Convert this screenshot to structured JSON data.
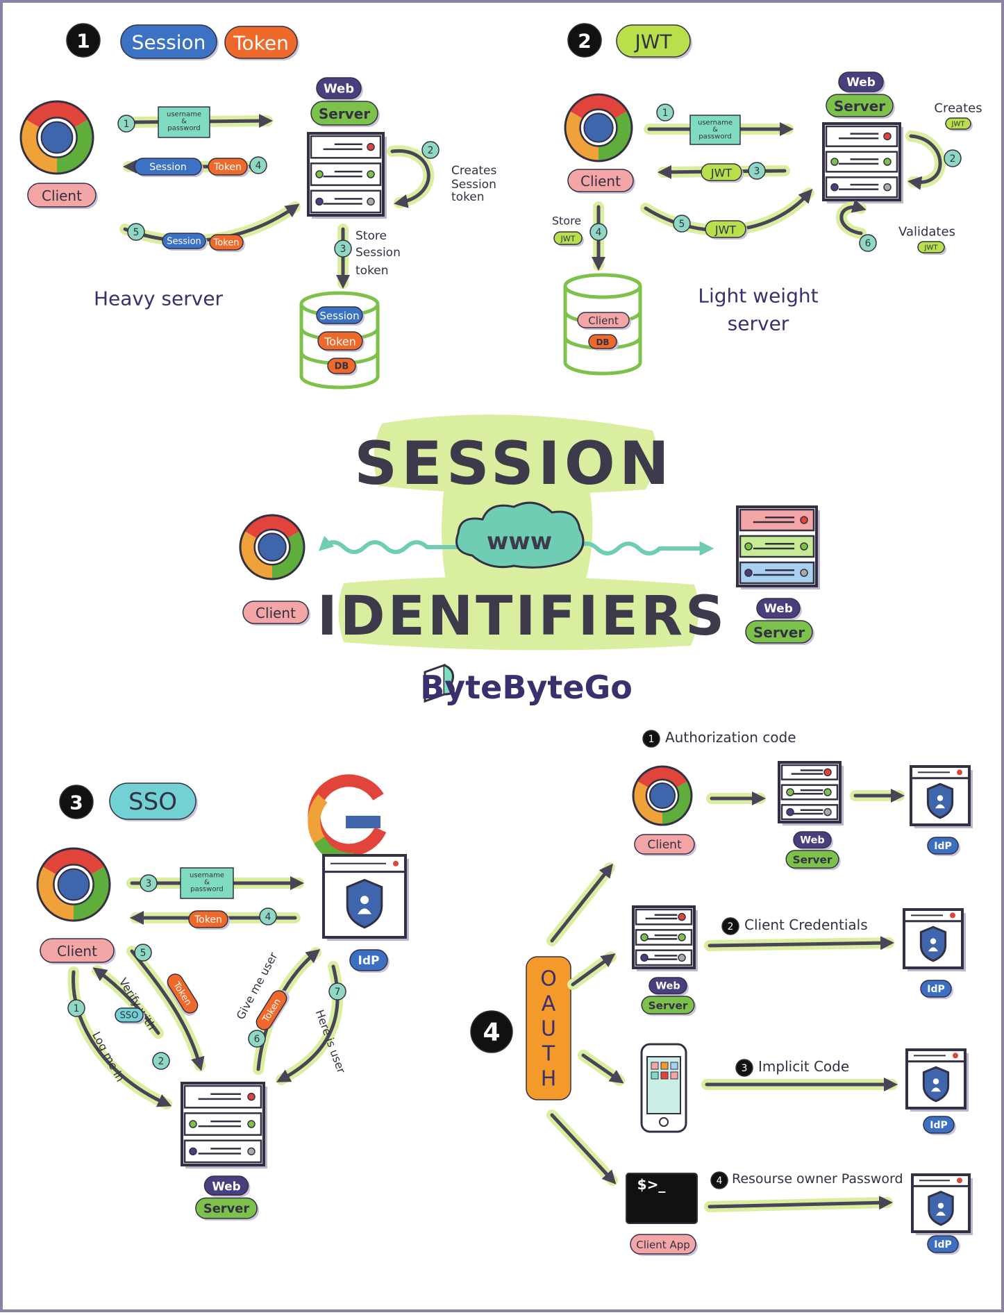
{
  "colors": {
    "ink": "#333044",
    "arrow": "#4a4458",
    "arrow_glow": "#d9ee9f",
    "step_fill": "#8fd9c4",
    "pill_session": "#3b72c4",
    "pill_token": "#ef6a2a",
    "pill_jwt": "#b7e04a",
    "pill_client": "#f4a5a5",
    "pill_web": "#4a3f7e",
    "pill_server": "#7cc24a",
    "pill_cred": "#7fdcc0",
    "pill_sso": "#71d1d3",
    "pill_idp": "#3b6fc1",
    "db_green": "#7cc24a",
    "oauth_orange": "#f39a2a",
    "title_glow": "#d9ee9f",
    "frame": "#8c82a8"
  },
  "labels": {
    "client": "Client",
    "web": "Web",
    "server": "Server",
    "session": "Session",
    "token": "Token",
    "jwt": "JWT",
    "db": "DB",
    "idp": "IdP",
    "username_password": [
      "username",
      "&",
      "password"
    ],
    "sso": "SSO",
    "client_app": "Client App",
    "terminal_prompt": "$>_",
    "www": "www"
  },
  "title": {
    "line1": "SESSION",
    "line2": "IDENTIFIERS",
    "brand": "ByteByteGo"
  },
  "sections": {
    "s1": {
      "number": "1",
      "title_a": "Session",
      "title_b": "Token",
      "caption": "Heavy server",
      "note_creates": [
        "Creates",
        "Session",
        "token"
      ],
      "note_store": [
        "Store",
        "Session",
        "token"
      ]
    },
    "s2": {
      "number": "2",
      "title": "JWT",
      "caption": [
        "Light weight",
        "server"
      ],
      "note_creates": "Creates",
      "note_store": "Store",
      "note_validates": "Validates"
    },
    "s3": {
      "number": "3",
      "title": "SSO",
      "verify_with": "Verify with",
      "log_me_in": "Log me in",
      "give_me_user": "Give me user",
      "here_is_user": "Here is user"
    },
    "s4": {
      "number": "4",
      "title": [
        "O",
        "A",
        "U",
        "T",
        "H"
      ],
      "flow1": "Authorization code",
      "flow2": "Client Credentials",
      "flow3": "Implicit Code",
      "flow4": "Resourse owner Password"
    }
  },
  "steps": [
    "1",
    "2",
    "3",
    "4",
    "5",
    "6",
    "7"
  ]
}
